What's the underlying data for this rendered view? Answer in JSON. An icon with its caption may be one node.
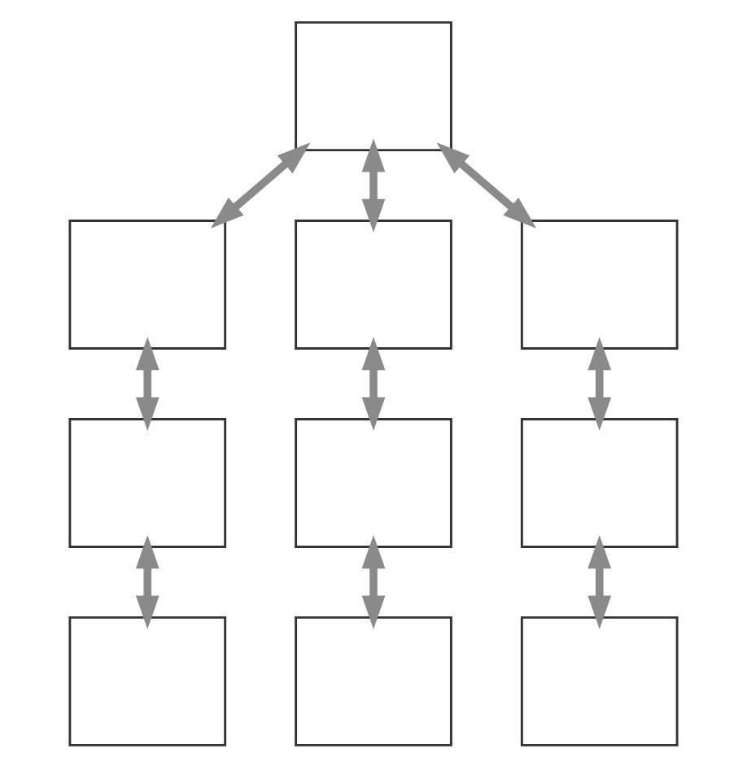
{
  "diagram": {
    "nodes": [
      {
        "text": [],
        "shape": "box"
      },
      {
        "text": [],
        "shape": "box"
      },
      {
        "text": [],
        "shape": "box"
      },
      {
        "text": [],
        "shape": "box"
      },
      {
        "text": [],
        "shape": "box"
      },
      {
        "text": [],
        "shape": "box"
      },
      {
        "text": [],
        "shape": "box"
      },
      {
        "text": [],
        "shape": "box"
      },
      {
        "text": [],
        "shape": "box"
      },
      {
        "text": [],
        "shape": "box"
      }
    ],
    "edges": [
      {
        "from": 0,
        "to": 1,
        "arrow": "both"
      },
      {
        "from": 0,
        "to": 2,
        "arrow": "both"
      },
      {
        "from": 0,
        "to": 3,
        "arrow": "both"
      },
      {
        "from": 1,
        "to": 4,
        "arrow": "both"
      },
      {
        "from": 2,
        "to": 5,
        "arrow": "both"
      },
      {
        "from": 3,
        "to": 6,
        "arrow": "both"
      },
      {
        "from": 4,
        "to": 7,
        "arrow": "both"
      },
      {
        "from": 5,
        "to": 8,
        "arrow": "both"
      },
      {
        "from": 6,
        "to": 9,
        "arrow": "both"
      }
    ]
  }
}
